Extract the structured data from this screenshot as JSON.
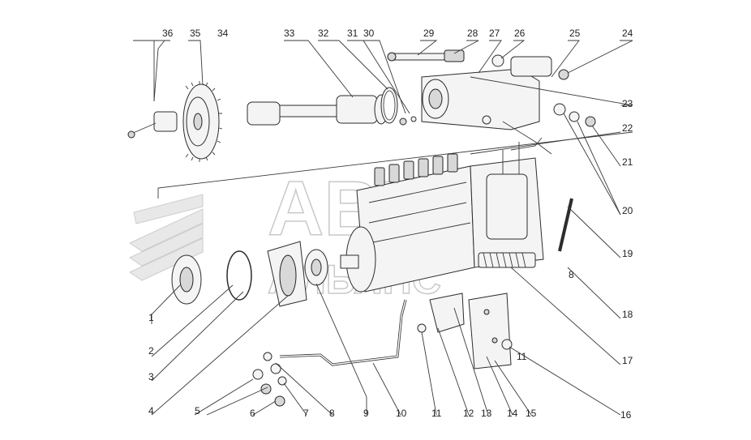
{
  "watermark": {
    "line1": "АВТО",
    "line2": "АЛЬЯНС"
  },
  "callouts": [
    {
      "id": "1",
      "label": "1"
    },
    {
      "id": "2",
      "label": "2"
    },
    {
      "id": "3",
      "label": "3"
    },
    {
      "id": "4",
      "label": "4"
    },
    {
      "id": "5",
      "label": "5"
    },
    {
      "id": "6",
      "label": "6"
    },
    {
      "id": "7",
      "label": "7"
    },
    {
      "id": "8",
      "label": "8"
    },
    {
      "id": "9",
      "label": "9"
    },
    {
      "id": "10",
      "label": "10"
    },
    {
      "id": "11",
      "label": "11"
    },
    {
      "id": "12",
      "label": "12"
    },
    {
      "id": "13",
      "label": "13"
    },
    {
      "id": "14",
      "label": "14"
    },
    {
      "id": "15",
      "label": "15"
    },
    {
      "id": "16",
      "label": "16"
    },
    {
      "id": "17",
      "label": "17"
    },
    {
      "id": "18",
      "label": "18"
    },
    {
      "id": "19",
      "label": "19"
    },
    {
      "id": "20",
      "label": "20"
    },
    {
      "id": "21",
      "label": "21"
    },
    {
      "id": "22",
      "label": "22"
    },
    {
      "id": "23",
      "label": "23"
    },
    {
      "id": "24",
      "label": "24"
    },
    {
      "id": "25",
      "label": "25"
    },
    {
      "id": "26",
      "label": "26"
    },
    {
      "id": "27",
      "label": "27"
    },
    {
      "id": "28",
      "label": "28"
    },
    {
      "id": "29",
      "label": "29"
    },
    {
      "id": "30",
      "label": "30"
    },
    {
      "id": "31",
      "label": "31"
    },
    {
      "id": "32",
      "label": "32"
    },
    {
      "id": "33",
      "label": "33"
    },
    {
      "id": "34",
      "label": "34"
    },
    {
      "id": "35",
      "label": "35"
    },
    {
      "id": "36",
      "label": "36"
    },
    {
      "id": "8b",
      "label": "8"
    },
    {
      "id": "11b",
      "label": "11"
    }
  ]
}
